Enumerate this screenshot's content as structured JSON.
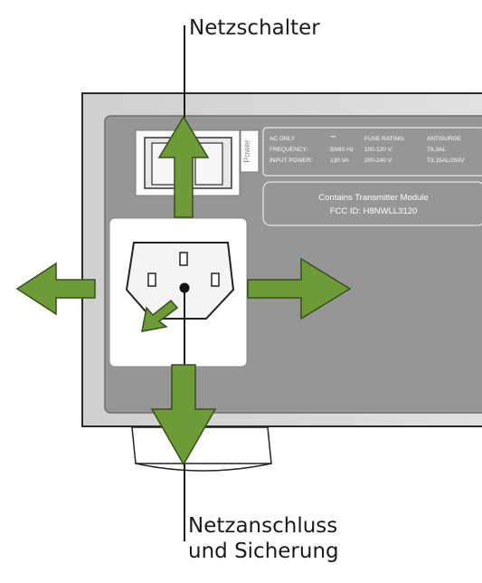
{
  "labels": {
    "top": "Netzschalter",
    "bottom_line1": "Netzanschluss",
    "bottom_line2": "und Sicherung"
  },
  "panel": {
    "power_label": "Power",
    "spec_col1": [
      "AC ONLY",
      "FREQUENCY:",
      "INPUT POWER:"
    ],
    "spec_col2": [
      "~",
      "50/60 Hz",
      "130 VA"
    ],
    "spec_col3": [
      "",
      "100-120 V:",
      "200-240 V:"
    ],
    "fuse_title": "FUSE RATING:",
    "spec_col4": [
      "ANTISURGE",
      "T6.3AL",
      "T3.15AL/250V"
    ],
    "module_line1": "Contains Transmitter Module",
    "module_line2": "FCC ID: H8NWLL3120"
  },
  "colors": {
    "arrow_fill": "#6f9a38",
    "arrow_stroke": "#36501a",
    "panel_bg": "#969696",
    "device_body": "#d4d4d4"
  }
}
